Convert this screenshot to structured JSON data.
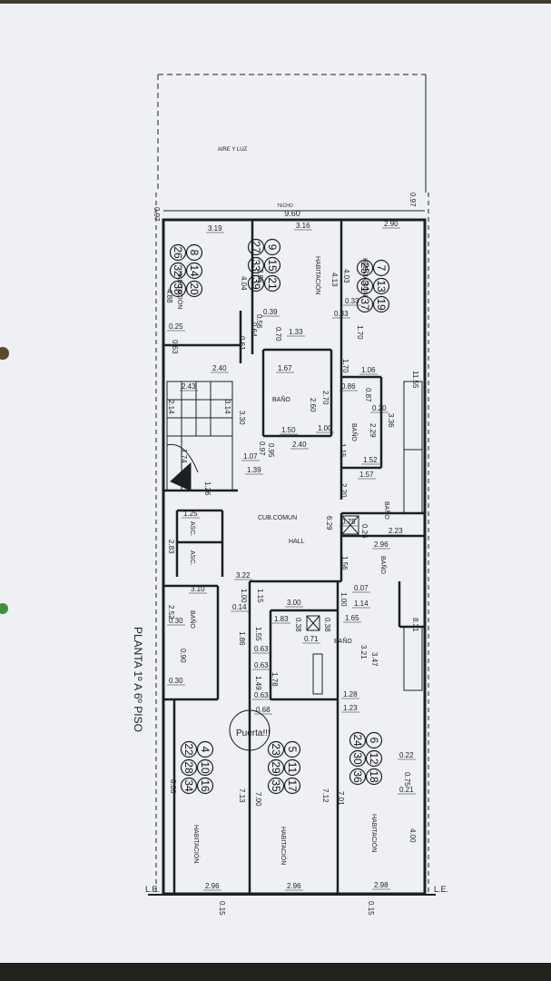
{
  "plan": {
    "title": "PLANTA 1º A 6º PISO",
    "top_area_label": "AIRE Y LUZ",
    "techo_label": "TECHO",
    "overall_width": "9.60",
    "edge_dims": [
      "0.97",
      "0.97"
    ],
    "le_labels": [
      "L.E.",
      "L.E."
    ],
    "bottom_dims": [
      "0.15",
      "0.15"
    ],
    "puerta_note": "Puerta!!!",
    "room_labels": {
      "hab_left_top": "HABITACIÓN",
      "hab_mid_top": "HABITACIÓN",
      "hab_right_top": "HABITACIÓN",
      "bano_1": "BAÑO",
      "bano_2": "BAÑO",
      "bano_3": "BAÑO",
      "bano_4": "BAÑO",
      "bano_5": "BAÑO",
      "bano_6": "BAÑO",
      "cub_comun": "CUB.COMUN",
      "hall": "HALL",
      "asc_1": "ASC.",
      "asc_2": "ASC.",
      "hab_left_bot": "HABITACIÓN",
      "hab_mid_bot": "HABITACIÓN",
      "hab_right_bot": "HABITACIÓN"
    },
    "unit_groups": {
      "left_top": [
        "8",
        "14",
        "20",
        "26",
        "32",
        "38"
      ],
      "mid_top": [
        "9",
        "15",
        "21",
        "27",
        "33",
        "39"
      ],
      "right_top": [
        "7",
        "13",
        "19",
        "25",
        "31",
        "37"
      ],
      "left_bot": [
        "4",
        "10",
        "16",
        "22",
        "28",
        "34"
      ],
      "mid_bot": [
        "5",
        "11",
        "17",
        "23",
        "29",
        "35"
      ],
      "right_bot": [
        "6",
        "12",
        "18",
        "24",
        "30",
        "36"
      ]
    },
    "dims": {
      "d_3_19": "3.19",
      "d_3_16": "3.16",
      "d_2_90": "2.90",
      "d_4_04": "4.04",
      "d_3_96": "3.96",
      "d_4_13": "4.13",
      "d_4_03": "4.03",
      "d_4_88": "4.88",
      "d_0_33a": "0.33",
      "d_0_33b": "0.33",
      "d_0_25": "0.25",
      "d_0_63": "0.63",
      "d_2_40": "2.40",
      "d_0_56": "0.56",
      "d_0_61": "0.61",
      "d_0_64": "0.64",
      "d_0_39": "0.39",
      "d_1_33": "1.33",
      "d_0_70": "0.70",
      "d_1_67": "1.67",
      "d_1_70": "1.70",
      "d_1_70b": "1.70",
      "d_1_06": "1.06",
      "d_11_55": "11.55",
      "d_2_43": "2.43",
      "d_2_14": "2.14",
      "d_3_14": "3.14",
      "d_3_30": "3.30",
      "d_2_60": "2.60",
      "d_2_70": "2.70",
      "d_0_86": "0.86",
      "d_0_87": "0.87",
      "d_0_20": "0.20",
      "d_3_36": "3.36",
      "d_2_29": "2.29",
      "d_1_50": "1.50",
      "d_1_00": "1.00",
      "d_1_52": "1.52",
      "d_1_15": "1.15",
      "d_2_40b": "2.40",
      "d_1_07": "1.07",
      "d_0_97": "0.97",
      "d_0_95": "0.95",
      "d_1_39": "1.39",
      "d_1_57": "1.57",
      "d_1_74": "1.74",
      "d_1_26": "1.26",
      "d_2_20": "2.20",
      "d_1_25": "1.25",
      "d_6_29": "6.29",
      "d_0_75": "0.75",
      "d_0_26": "0.26",
      "d_2_23": "2.23",
      "d_2_83": "2.83",
      "d_2_96": "2.96",
      "d_3_22": "3.22",
      "d_1_56": "1.56",
      "d_0_07": "0.07",
      "d_1_14": "1.14",
      "d_1_00b": "1.00",
      "d_3_10": "3.10",
      "d_1_00c": "1.00",
      "d_0_14": "0.14",
      "d_1_15b": "1.15",
      "d_3_00": "3.00",
      "d_1_83": "1.83",
      "d_0_38": "0.38",
      "d_0_38b": "0.38",
      "d_1_65": "1.65",
      "d_0_71": "0.71",
      "d_2_52": "2.52",
      "d_1_86": "1.86",
      "d_1_55": "1.55",
      "d_0_63b": "0.63",
      "d_3_21": "3.21",
      "d_3_47": "3.47",
      "d_8_31": "8.31",
      "d_0_30": "0.30",
      "d_0_90": "0.90",
      "d_0_63c": "0.63",
      "d_1_49": "1.49",
      "d_1_78": "1.78",
      "d_0_63d": "0.63",
      "d_0_30b": "0.30",
      "d_0_68": "0.68",
      "d_1_28": "1.28",
      "d_1_23": "1.23",
      "d_0_22": "0.22",
      "d_0_75b": "0.75",
      "d_0_21": "0.21",
      "d_8_06": "8.06",
      "d_7_13": "7.13",
      "d_7_00": "7.00",
      "d_7_12": "7.12",
      "d_7_01": "7.01",
      "d_4_00": "4.00",
      "d_2_96b": "2.96",
      "d_2_96c": "2.96",
      "d_2_98": "2.98"
    }
  }
}
